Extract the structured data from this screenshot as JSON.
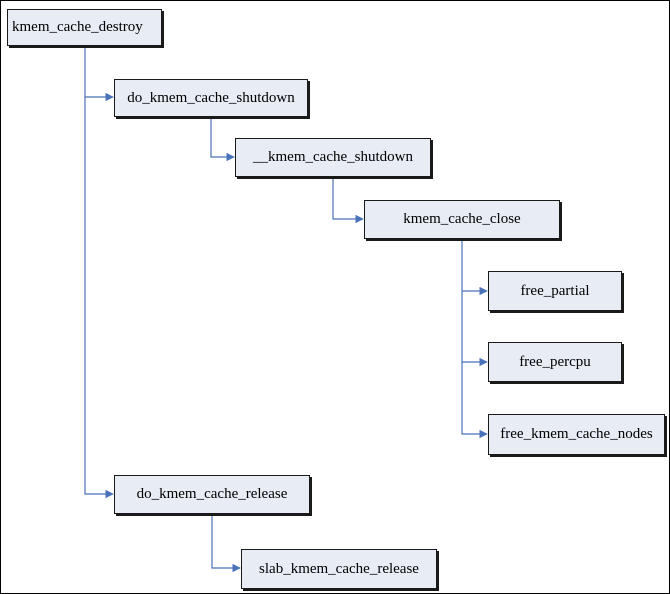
{
  "diagram": {
    "nodes": [
      {
        "id": "kmem_cache_destroy",
        "label": "kmem_cache_destroy"
      },
      {
        "id": "do_kmem_cache_shutdown",
        "label": "do_kmem_cache_shutdown"
      },
      {
        "id": "__kmem_cache_shutdown",
        "label": "__kmem_cache_shutdown"
      },
      {
        "id": "kmem_cache_close",
        "label": "kmem_cache_close"
      },
      {
        "id": "free_partial",
        "label": "free_partial"
      },
      {
        "id": "free_percpu",
        "label": "free_percpu"
      },
      {
        "id": "free_kmem_cache_nodes",
        "label": "free_kmem_cache_nodes"
      },
      {
        "id": "do_kmem_cache_release",
        "label": "do_kmem_cache_release"
      },
      {
        "id": "slab_kmem_cache_release",
        "label": "slab_kmem_cache_release"
      }
    ],
    "edges": [
      {
        "from": "kmem_cache_destroy",
        "to": "do_kmem_cache_shutdown"
      },
      {
        "from": "kmem_cache_destroy",
        "to": "do_kmem_cache_release"
      },
      {
        "from": "do_kmem_cache_shutdown",
        "to": "__kmem_cache_shutdown"
      },
      {
        "from": "__kmem_cache_shutdown",
        "to": "kmem_cache_close"
      },
      {
        "from": "kmem_cache_close",
        "to": "free_partial"
      },
      {
        "from": "kmem_cache_close",
        "to": "free_percpu"
      },
      {
        "from": "kmem_cache_close",
        "to": "free_kmem_cache_nodes"
      },
      {
        "from": "do_kmem_cache_release",
        "to": "slab_kmem_cache_release"
      }
    ],
    "colors": {
      "connector": "#4a72b8",
      "node_fill": "#e8ecf5",
      "node_border": "#1a1a1a"
    }
  }
}
